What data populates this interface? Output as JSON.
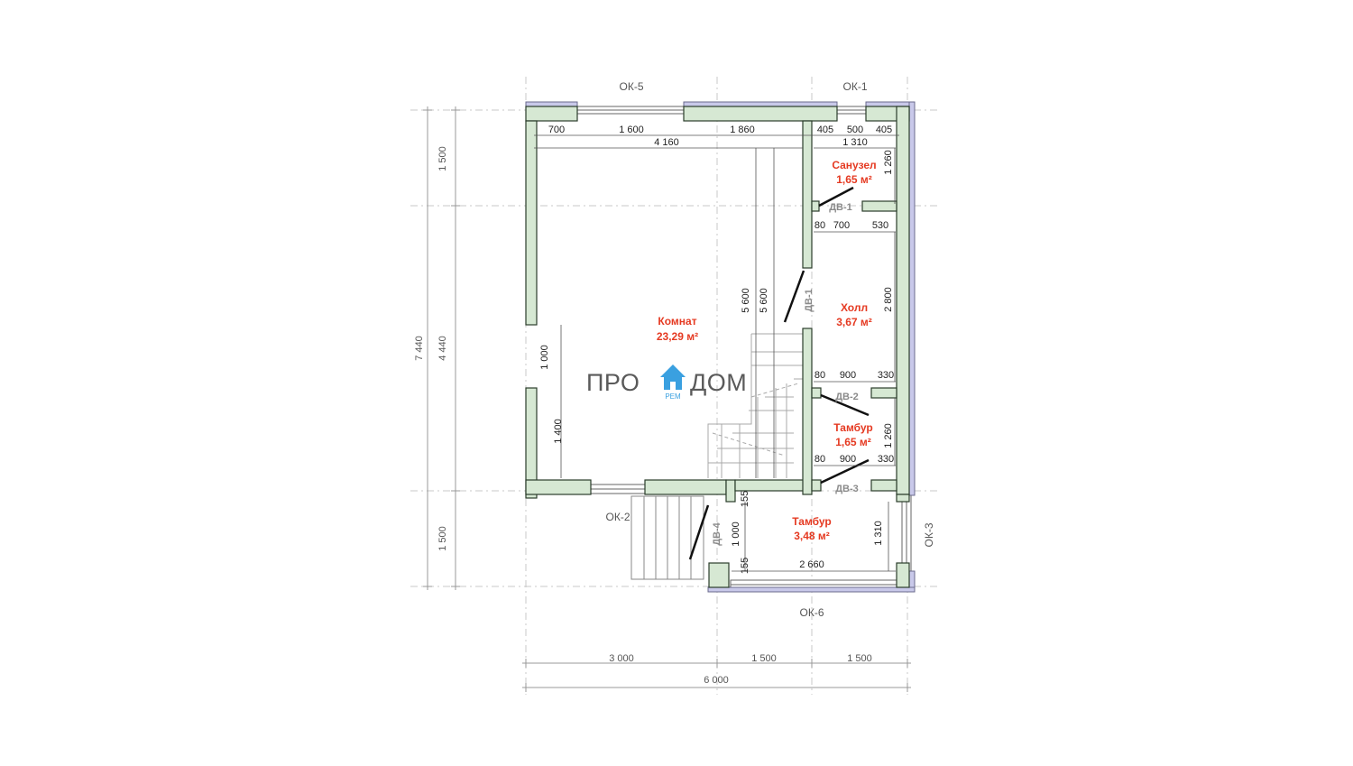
{
  "logo": {
    "left": "ПРО",
    "right": "ДОМ",
    "sub": "РЕМ",
    "color": "#3aa0e0"
  },
  "colors": {
    "wall": "#d6e8d3",
    "wall_stroke": "#2b3d2b",
    "room_label": "#e53a22",
    "window": "#c9c9ea"
  },
  "rooms": [
    {
      "name": "Комнат",
      "area": "23,29 м²"
    },
    {
      "name": "Санузел",
      "area": "1,65 м²"
    },
    {
      "name": "Холл",
      "area": "3,67 м²"
    },
    {
      "name": "Тамбур",
      "area": "1,65 м²"
    },
    {
      "name": "Тамбур",
      "area": "3,48 м²"
    }
  ],
  "windows": [
    "ОК-5",
    "ОК-1",
    "ОК-2",
    "ОК-3",
    "ОК-6"
  ],
  "doors": [
    "ДВ-1",
    "ДВ-1",
    "ДВ-2",
    "ДВ-3",
    "ДВ-4"
  ],
  "top_dims": {
    "row1": [
      "700",
      "1 600",
      "1 860",
      "405",
      "500",
      "405"
    ],
    "row2": [
      "4 160",
      "1 310"
    ]
  },
  "inner_dims": {
    "bath_height": "1 260",
    "row_80_700_530": [
      "80",
      "700",
      "530"
    ],
    "hall_height": "2 800",
    "row_80_900_330_a": [
      "80",
      "900",
      "330"
    ],
    "vest_height": "1 260",
    "row_80_900_330_b": [
      "80",
      "900",
      "330"
    ],
    "room_height_a": "5 600",
    "room_height_b": "5 600",
    "opening_1000": "1 000",
    "opening_1400": "1 400",
    "porch_155_top": "155",
    "porch_1000": "1 000",
    "porch_155_bottom": "155",
    "porch_width": "2 660",
    "porch_height": "1 310"
  },
  "left_dims": {
    "d1": "1 500",
    "d2": "4 440",
    "d3": "1 500",
    "total": "7 440"
  },
  "bottom_dims": {
    "d1": "3 000",
    "d2": "1 500",
    "d3": "1 500",
    "total": "6 000"
  }
}
